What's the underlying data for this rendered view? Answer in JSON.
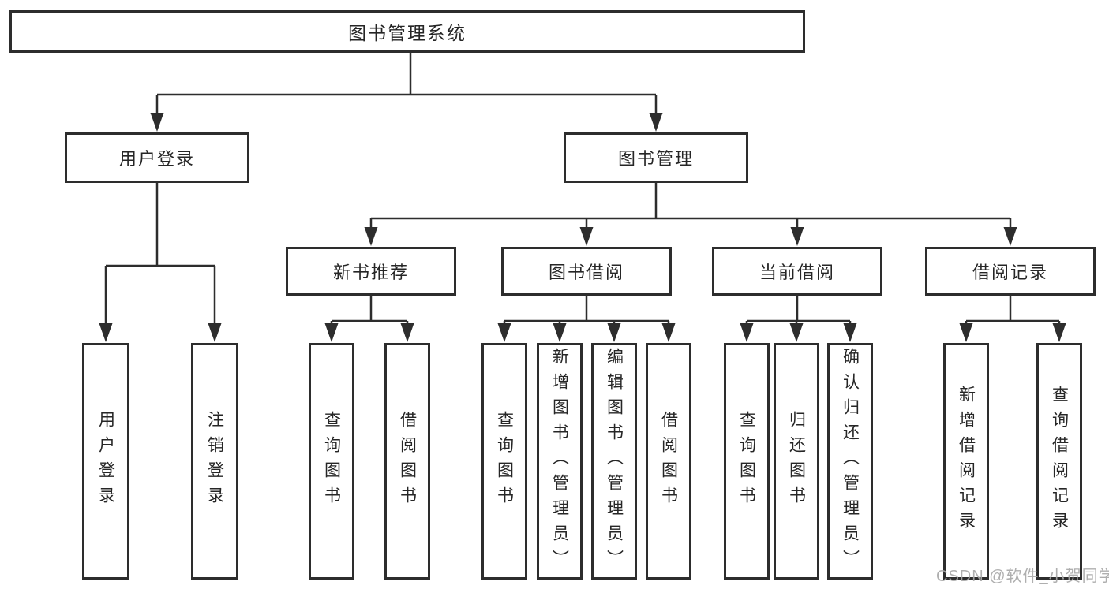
{
  "diagram": {
    "root": {
      "label": "图书管理系统"
    },
    "level2": [
      {
        "label": "用户登录",
        "children": [
          {
            "label": "用户登录"
          },
          {
            "label": "注销登录"
          }
        ]
      },
      {
        "label": "图书管理",
        "children": [
          {
            "label": "新书推荐",
            "children": [
              {
                "label": "查询图书"
              },
              {
                "label": "借阅图书"
              }
            ]
          },
          {
            "label": "图书借阅",
            "children": [
              {
                "label": "查询图书"
              },
              {
                "label": "新增图书（管理员）"
              },
              {
                "label": "编辑图书（管理员）"
              },
              {
                "label": "借阅图书"
              }
            ]
          },
          {
            "label": "当前借阅",
            "children": [
              {
                "label": "查询图书"
              },
              {
                "label": "归还图书"
              },
              {
                "label": "确认归还（管理员）"
              }
            ]
          },
          {
            "label": "借阅记录",
            "children": [
              {
                "label": "新增借阅记录"
              },
              {
                "label": "查询借阅记录"
              }
            ]
          }
        ]
      }
    ]
  },
  "watermark": {
    "text": "CSDN @软件_小贺同学"
  },
  "colors": {
    "line": "#2d2d2d",
    "text": "#262626",
    "background": "#ffffff",
    "watermark": "#a8a8a8"
  }
}
